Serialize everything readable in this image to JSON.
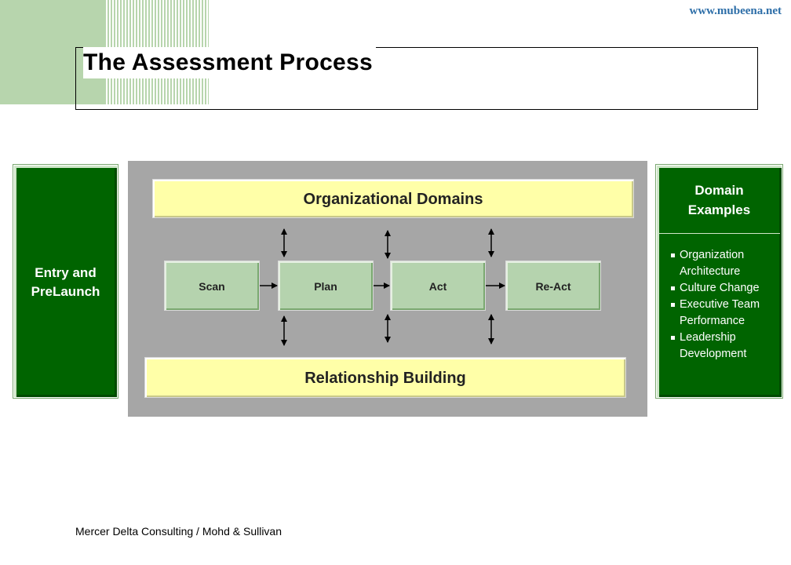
{
  "header": {
    "url": "www.mubeena.net",
    "title": "The Assessment Process"
  },
  "entry": {
    "label_line1": "Entry and",
    "label_line2": "PreLaunch"
  },
  "diagram": {
    "top_bar": "Organizational Domains",
    "bottom_bar": "Relationship Building",
    "steps": [
      "Scan",
      "Plan",
      "Act",
      "Re-Act"
    ]
  },
  "domain_examples": {
    "heading_line1": "Domain",
    "heading_line2": "Examples",
    "items": [
      "Organization Architecture",
      "Culture Change",
      "Executive Team Performance",
      "Leadership Development"
    ]
  },
  "footer": {
    "text": "Mercer Delta Consulting / Mohd & Sullivan"
  },
  "colors": {
    "dark_green": "#006400",
    "light_green": "#b5d3ae",
    "yellow": "#ffffa8",
    "gray": "#a6a6a6",
    "url_blue": "#2d6ea8"
  }
}
